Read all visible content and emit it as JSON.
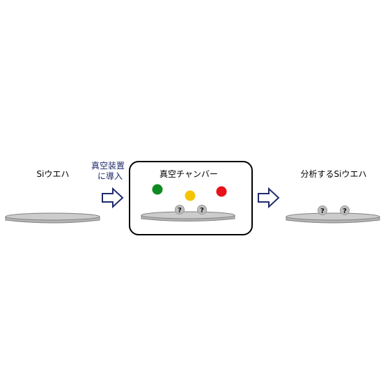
{
  "labels": {
    "si_wafer": "Siウエハ",
    "step_line1": "真空装置",
    "step_line2": "に導入",
    "chamber": "真空チャンバー",
    "analyzed_wafer": "分析するSiウエハ",
    "unknown_mark": "?"
  },
  "colors": {
    "wafer_fill": "#cccccc",
    "wafer_stroke": "#808080",
    "arrow_stroke": "#1f2a6b",
    "step_text": "#1f2a6b",
    "chamber_border": "#000000",
    "particle_green": "#0f8a1e",
    "particle_yellow": "#f4c400",
    "particle_red": "#e8121a",
    "unknown_particle": "#bdbdbd"
  }
}
